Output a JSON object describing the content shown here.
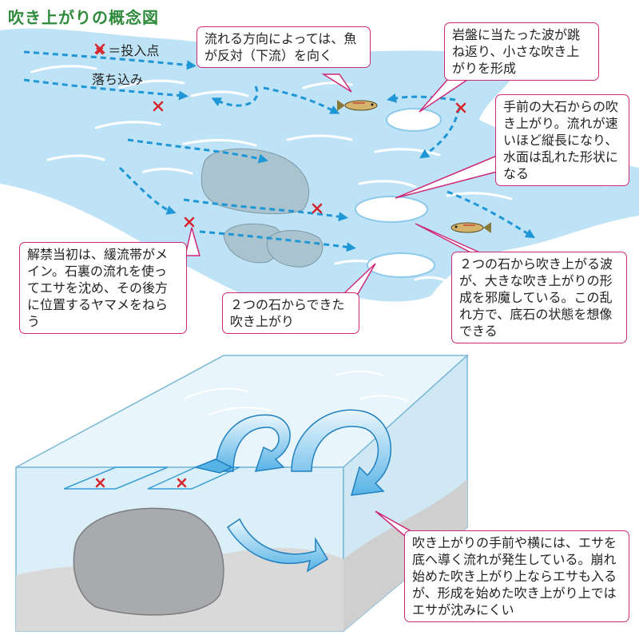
{
  "title": "吹き上がりの概念図",
  "legend": {
    "marker": "×",
    "text": "＝投入点"
  },
  "labels": {
    "ochikomi": "落ち込み"
  },
  "callouts": {
    "fish_direction": "流れる方向によっては、魚が反対（下流）を向く",
    "bedrock_wave": "岩盤に当たった波が跳ね返り、小さな吹き上がりを形成",
    "front_rock": "手前の大石からの吹き上がり。流れが速いほど縦長になり、水面は乱れた形状になる",
    "opening": "解禁当初は、緩流帯がメイン。石裏の流れを使ってエサを沈め、その後方に位置するヤマメをねらう",
    "two_rocks": "２つの石からできた吹き上がり",
    "two_rocks_wave": "２つの石から吹き上がる波が、大きな吹き上がりの形成を邪魔している。この乱れ方で、底石の状態を想像できる",
    "bottom_note": "吹き上がりの手前や横には、エサを底へ導く流れが発生している。崩れ始めた吹き上がり上ならエサも入るが、形成を始めた吹き上がり上ではエサが沈みにくい"
  },
  "colors": {
    "water": "#bfe3f6",
    "arrow": "#1f96d6",
    "marker": "#d6262c",
    "callout_border": "#cc2a78",
    "title": "#2f8a3c",
    "rock": "#a8aaad"
  }
}
